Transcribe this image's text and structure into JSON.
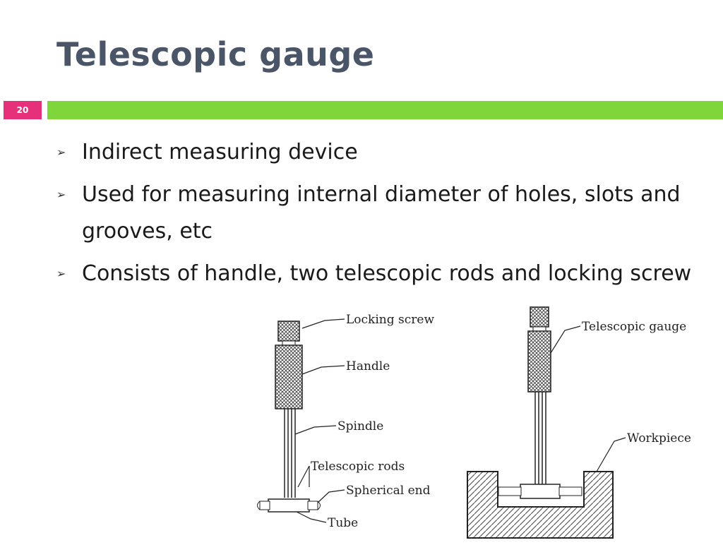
{
  "slide": {
    "title": "Telescopic gauge",
    "number": "20",
    "accent_color": "#7ed63b",
    "number_badge_color": "#e6317a"
  },
  "bullets": [
    "Indirect measuring device",
    "Used for measuring internal diameter of holes, slots and grooves, etc",
    "Consists of handle, two telescopic rods and locking screw"
  ],
  "figure": {
    "labels": {
      "locking_screw": "Locking screw",
      "handle": "Handle",
      "spindle": "Spindle",
      "telescopic_rods": "Telescopic rods",
      "spherical_end": "Spherical end",
      "tube": "Tube",
      "telescopic_gauge": "Telescopic gauge",
      "workpiece": "Workpiece"
    }
  }
}
